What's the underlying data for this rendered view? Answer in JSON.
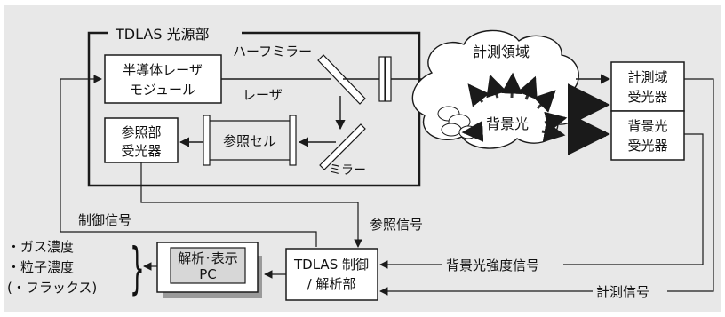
{
  "colors": {
    "panel_bg": "#e8e8e8",
    "line": "#1a1a1a",
    "pc_shadow": "#9a9a9a",
    "pc_screen": "#d7d7d7",
    "arrow_gray": "#555555"
  },
  "source_unit": {
    "title": "TDLAS 光源部"
  },
  "laser_module": {
    "line1": "半導体レーザ",
    "line2": "モジュール"
  },
  "half_mirror_label": "ハーフミラー",
  "laser_label": "レーザ",
  "mirror_label": "ミラー",
  "reference_cell": {
    "label": "参照セル"
  },
  "reference_receiver": {
    "line1": "参照部",
    "line2": "受光器"
  },
  "measurement_region": {
    "label": "計測領域"
  },
  "background_light": {
    "label": "背景光"
  },
  "measure_receiver": {
    "line1": "計測域",
    "line2": "受光器"
  },
  "bg_receiver": {
    "line1": "背景光",
    "line2": "受光器"
  },
  "signals": {
    "control": "制御信号",
    "reference": "参照信号",
    "bg_intensity": "背景光強度信号",
    "measurement": "計測信号"
  },
  "controller": {
    "line1": "TDLAS 制御",
    "line2": "/ 解析部"
  },
  "pc": {
    "line1": "解析･表示",
    "line2": "PC"
  },
  "outputs": {
    "items": [
      "・ガス濃度",
      "・粒子濃度",
      "(・フラックス)"
    ],
    "brace": "}"
  }
}
